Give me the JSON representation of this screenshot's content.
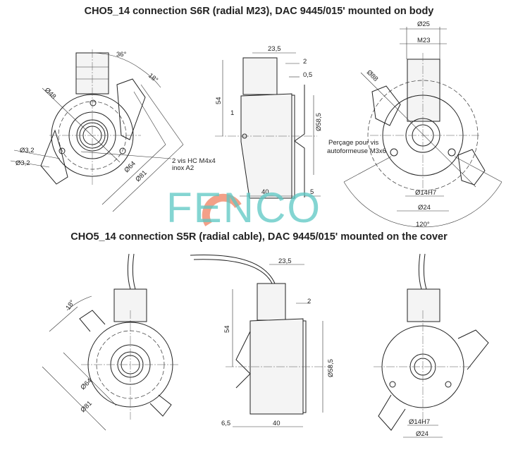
{
  "titles": {
    "top": "CHO5_14 connection S6R (radial M23), DAC 9445/015' mounted on body",
    "bottom": "CHO5_14 connection S5R (radial cable), DAC 9445/015' mounted on the cover"
  },
  "watermark": {
    "text": "FENCO",
    "colors": {
      "teal": "#5cc8c4",
      "salmon": "#f0886a"
    }
  },
  "top_left": {
    "angle1": "36°",
    "angle2": "18°",
    "d48": "Ø48",
    "d32a": "Ø3,2",
    "d32b": "Ø3,2",
    "d64": "Ø64",
    "d81": "Ø81",
    "note1": "2 vis HC M4x4",
    "note2": "inox A2"
  },
  "top_mid": {
    "w235": "23,5",
    "w2": "2",
    "w05": "0,5",
    "h54": "54",
    "w1": "1",
    "d585": "Ø58,5",
    "w40": "40",
    "w5": "5"
  },
  "top_right": {
    "d25": "Ø25",
    "m23": "M23",
    "d88": "Ø88",
    "note1": "Perçage pour vis",
    "note2": "autoformeuse M3x6",
    "d14": "Ø14H7",
    "d24": "Ø24",
    "angle": "120°"
  },
  "bottom_left": {
    "angle": "18°",
    "d64": "Ø64",
    "d81": "Ø81"
  },
  "bottom_mid": {
    "w235": "23,5",
    "w2": "2",
    "h54": "54",
    "d585": "Ø58,5",
    "w65": "6,5",
    "w40": "40"
  },
  "bottom_right": {
    "d14": "Ø14H7",
    "d24": "Ø24"
  }
}
